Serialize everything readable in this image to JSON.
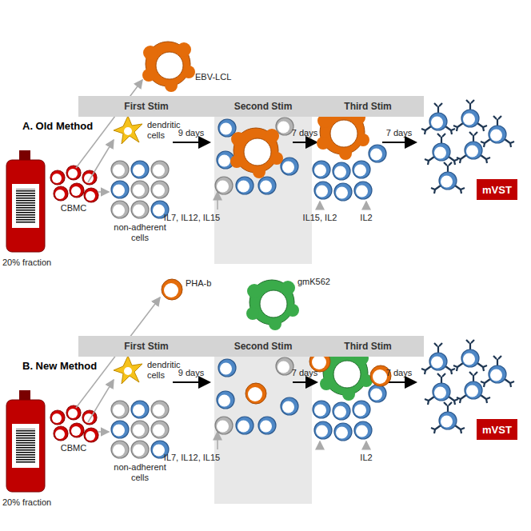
{
  "diagram": {
    "nodes": [
      {
        "text": [
          "First Stim"
        ]
      },
      {
        "text": [
          "Second Stim"
        ]
      },
      {
        "text": [
          "Third Stim"
        ]
      },
      {
        "text": [
          "mVST"
        ]
      },
      {
        "text": [
          "First Stim"
        ]
      },
      {
        "text": [
          "Second Stim"
        ]
      },
      {
        "text": [
          "Third Stim"
        ]
      },
      {
        "text": [
          "mVST"
        ]
      }
    ],
    "labels": [
      "A. Old Method",
      "20% fraction",
      "CBMC",
      "EBV-LCL",
      "dendritic cells",
      "non-adherent cells",
      "9 days",
      "IL7, IL12, IL15",
      "7 days",
      "IL15, IL2",
      "7 days",
      "IL2",
      "B. New Method",
      "20% fraction",
      "CBMC",
      "PHA-b",
      "dendritic cells",
      "non-adherent cells",
      "9 days",
      "IL7, IL12, IL15",
      "gmK562",
      "7 days",
      "7 days",
      "IL2"
    ]
  }
}
